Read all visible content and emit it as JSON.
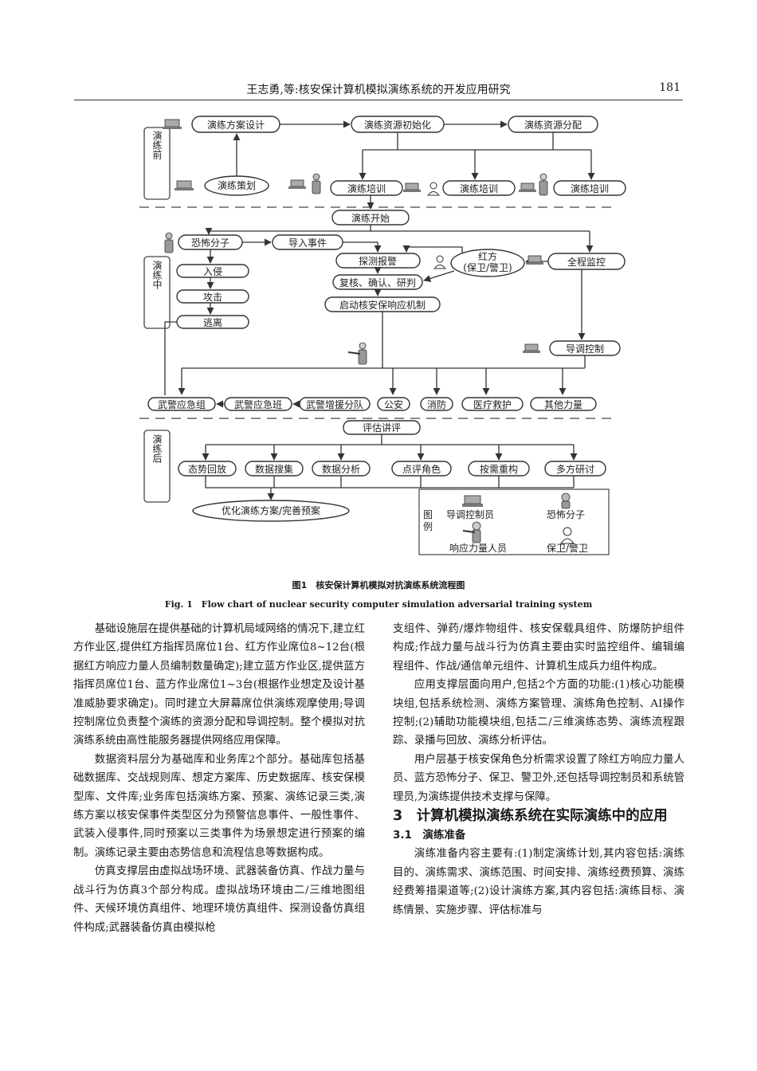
{
  "header": {
    "title": "王志勇,等:核安保计算机模拟演练系统的开发应用研究",
    "page_number": "181"
  },
  "figure": {
    "stages": {
      "before": "演练前",
      "during": "演练中",
      "after": "演练后"
    },
    "nodes": {
      "plan_design": "演练方案设计",
      "resource_init": "演练资源初始化",
      "resource_alloc": "演练资源分配",
      "planning": "演练策划",
      "training_1": "演练培训",
      "training_2": "演练培训",
      "training_3": "演练培训",
      "drill_start": "演练开始",
      "terrorist": "恐怖分子",
      "import_event": "导入事件",
      "detect_alarm": "探测报警",
      "red_side_1": "红方",
      "red_side_2": "(保卫/警卫)",
      "full_monitor": "全程监控",
      "invade": "入侵",
      "review": "复核、确认、研判",
      "attack": "攻击",
      "start_response": "启动核安保响应机制",
      "escape": "逃离",
      "guide_control": "导调控制",
      "armed_police_emergency_group": "武警应急组",
      "armed_police_emergency_squad": "武警应急班",
      "armed_police_reinforce": "武警增援分队",
      "public_security": "公安",
      "fire": "消防",
      "medical": "医疗救护",
      "other_forces": "其他力量",
      "evaluation": "评估讲评",
      "situation_replay": "态势回放",
      "data_collect": "数据搜集",
      "data_analysis": "数据分析",
      "role_comment": "点评角色",
      "on_demand_rebuild": "按需重构",
      "multi_discussion": "多方研讨",
      "optimize_plan": "优化演练方案/完善预案"
    },
    "legend": {
      "title_1": "图",
      "title_2": "例",
      "controller": "导调控制员",
      "terrorist": "恐怖分子",
      "responder": "响应力量人员",
      "guard": "保卫/警卫"
    },
    "caption_cn": "图1　核安保计算机模拟对抗演练系统流程图",
    "caption_en": "Fig. 1　Flow chart of nuclear security computer simulation adversarial training system"
  },
  "body": {
    "left": [
      "基础设施层在提供基础的计算机局域网络的情况下,建立红方作业区,提供红方指挥员席位1台、红方作业席位8~12台(根据红方响应力量人员编制数量确定);建立蓝方作业区,提供蓝方指挥员席位1台、蓝方作业席位1~3台(根据作业想定及设计基准威胁要求确定)。同时建立大屏幕席位供演练观摩使用;导调控制席位负责整个演练的资源分配和导调控制。整个模拟对抗演练系统由高性能服务器提供网络应用保障。",
      "数据资料层分为基础库和业务库2个部分。基础库包括基础数据库、交战规则库、想定方案库、历史数据库、核安保模型库、文件库;业务库包括演练方案、预案、演练记录三类,演练方案以核安保事件类型区分为预警信息事件、一般性事件、武装入侵事件,同时预案以三类事件为场景想定进行预案的编制。演练记录主要由态势信息和流程信息等数据构成。",
      "仿真支撑层由虚拟战场环境、武器装备仿真、作战力量与战斗行为仿真3个部分构成。虚拟战场环境由二/三维地图组件、天候环境仿真组件、地理环境仿真组件、探测设备仿真组件构成;武器装备仿真由模拟枪"
    ],
    "right_p1": "支组件、弹药/爆炸物组件、核安保载具组件、防爆防护组件构成;作战力量与战斗行为仿真主要由实时监控组件、编辑编程组件、作战/通信单元组件、计算机生成兵力组件构成。",
    "right_p2": "应用支撑层面向用户,包括2个方面的功能:(1)核心功能模块组,包括系统检测、演练方案管理、演练角色控制、AI操作控制;(2)辅助功能模块组,包括二/三维演练态势、演练流程跟踪、录播与回放、演练分析评估。",
    "right_p3": "用户层基于核安保角色分析需求设置了除红方响应力量人员、蓝方恐怖分子、保卫、警卫外,还包括导调控制员和系统管理员,为演练提供技术支撑与保障。",
    "section_title": "3　计算机模拟演练系统在实际演练中的应用",
    "subsection_title": "3.1　演练准备",
    "right_p4": "演练准备内容主要有:(1)制定演练计划,其内容包括:演练目的、演练需求、演练范围、时间安排、演练经费预算、演练经费筹措渠道等;(2)设计演练方案,其内容包括:演练目标、演练情景、实施步骤、评估标准与"
  }
}
